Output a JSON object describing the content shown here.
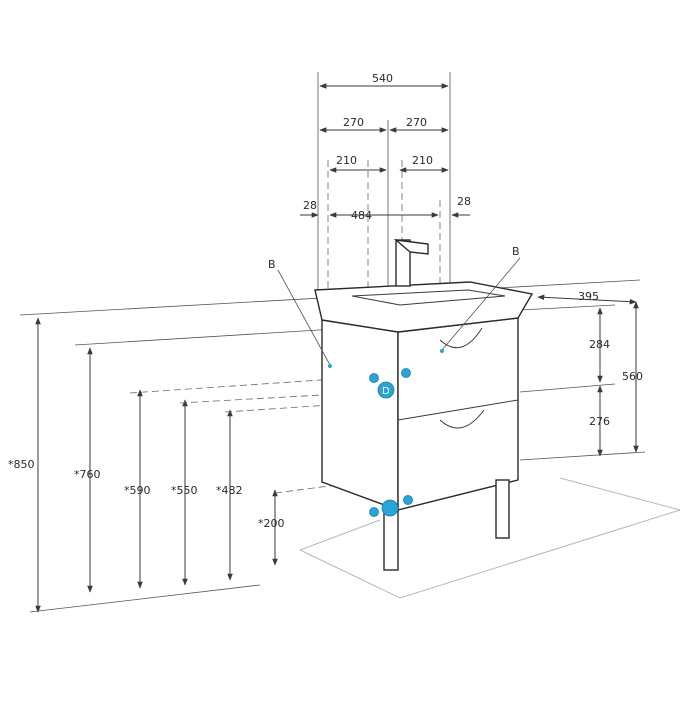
{
  "dimensions": {
    "total_width": "540",
    "half_left": "270",
    "half_right": "270",
    "offset_left": "210",
    "offset_right": "210",
    "edge_left": "28",
    "edge_right": "28",
    "bowl_width": "484",
    "depth": "395",
    "upper_drawer": "284",
    "lower_drawer": "276",
    "cabinet_height": "560",
    "height_850": "*850",
    "height_760": "*760",
    "height_590": "*590",
    "height_550": "*550",
    "height_482": "*482",
    "height_200": "*200"
  },
  "labels": {
    "callout_left": "B",
    "callout_right": "B",
    "connection_letter": "D"
  },
  "colors": {
    "connection": "#2aa3d6",
    "line": "#3a3a3a"
  }
}
